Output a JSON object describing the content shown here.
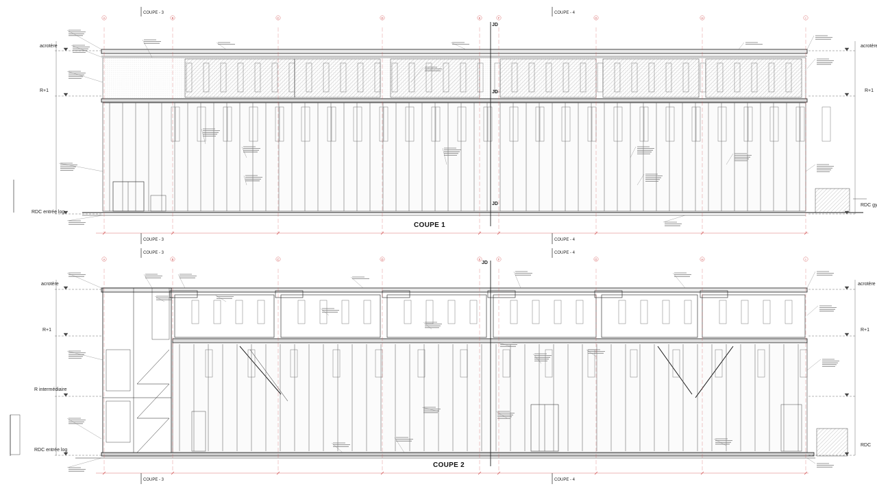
{
  "sections": [
    {
      "title": "COUPE 1",
      "levels_left": [
        "acrotère",
        "R+1",
        "RDC entrée log"
      ],
      "levels_right": [
        "acrotère",
        "R+1",
        "RDC gymna"
      ]
    },
    {
      "title": "COUPE 2",
      "levels_left": [
        "acrotère",
        "R+1",
        "R intermédiaire",
        "RDC entrée log"
      ],
      "levels_right": [
        "acrotère",
        "R+1",
        "RDC"
      ]
    }
  ],
  "cut_markers": {
    "left": "COUPE - 3",
    "right": "COUPE - 4"
  },
  "grid_axes": [
    "A",
    "B",
    "C",
    "D",
    "E",
    "F",
    "G",
    "H",
    "I"
  ],
  "joint_label": "JD",
  "colors": {
    "line": "#1a1a1a",
    "grid_axis": "#d04a4a",
    "hatch": "#9a9a9a"
  }
}
